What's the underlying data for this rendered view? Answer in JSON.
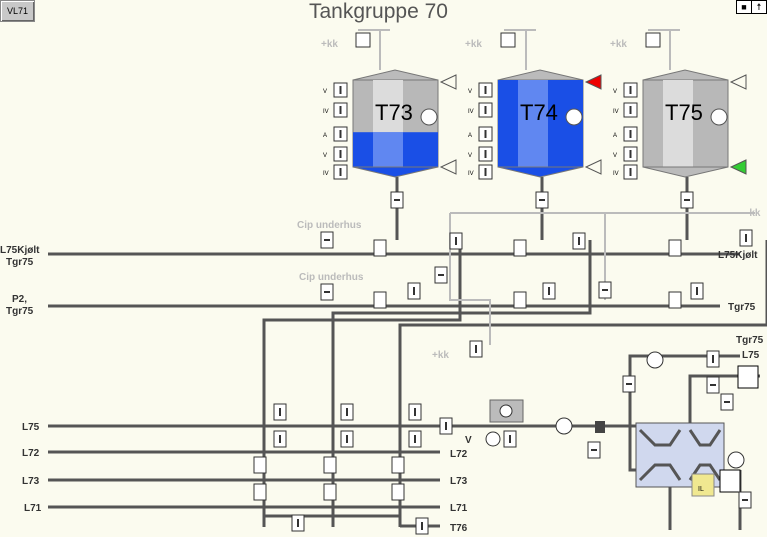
{
  "header": {
    "button": "VL71",
    "title": "Tankgruppe 70",
    "icons": [
      "print-icon",
      "exit-person-icon"
    ]
  },
  "tanks": [
    {
      "name": "T73",
      "level_pct": 40,
      "color": "#1a4fe6",
      "top_alarm": "none",
      "bottom_alarm": "none"
    },
    {
      "name": "T74",
      "level_pct": 100,
      "color": "#1a4fe6",
      "top_alarm": "red",
      "bottom_alarm": "none"
    },
    {
      "name": "T75",
      "level_pct": 0,
      "color": "#1a4fe6",
      "top_alarm": "none",
      "bottom_alarm": "green"
    }
  ],
  "tank_valve_labels": [
    "V",
    "IV",
    "A",
    "V",
    "IV"
  ],
  "labels": {
    "plus_kk": "+kk",
    "minus_kk": "-kk",
    "cip1": "Cip underhus",
    "cip2": "Cip underhus",
    "left_line1_a": "L75Kjølt",
    "left_line1_b": "Tgr75",
    "left_line2_a": "P2,",
    "left_line2_b": "Tgr75",
    "right_l75kjolt": "L75Kjølt",
    "right_tgr75": "Tgr75",
    "tgr75_top": "Tgr75",
    "l75_top": "L75",
    "in_l75": "L75",
    "in_l72": "L72",
    "in_l73": "L73",
    "in_l71": "L71",
    "out_l72": "L72",
    "out_l73": "L73",
    "out_l71": "L71",
    "out_t76": "T76",
    "v": "V",
    "il": "IL"
  },
  "colors": {
    "pipe": "#555555",
    "cip_pipe": "#bbbbbb",
    "background": "#fbfbef",
    "hx": "#d0d8ee"
  }
}
